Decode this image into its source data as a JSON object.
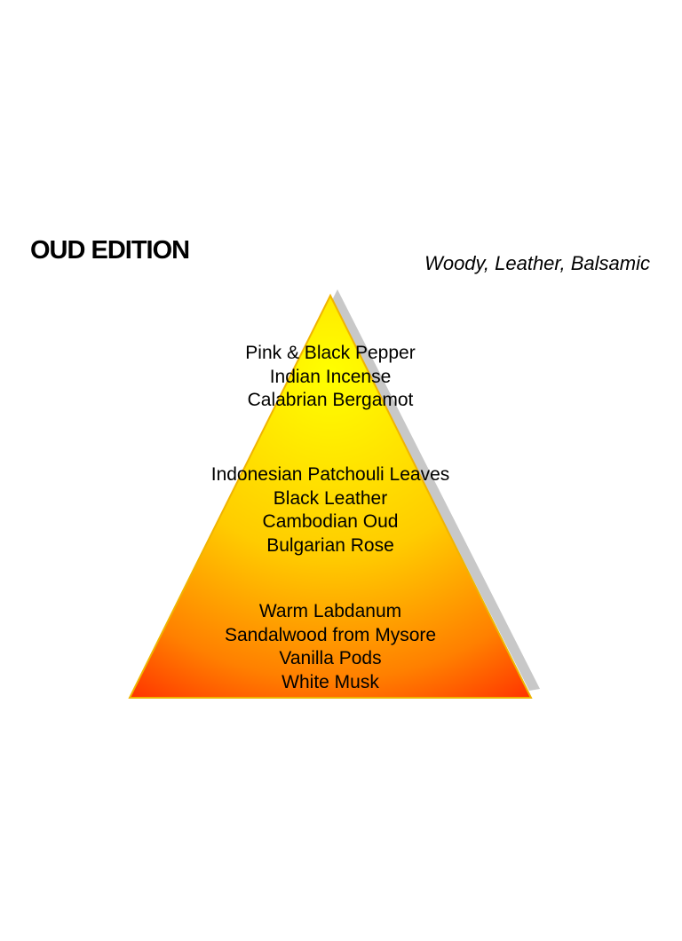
{
  "title": "OUD EDITION",
  "subtitle": "Woody, Leather, Balsamic",
  "colors": {
    "apex": "#ffff00",
    "mid": "#ffb000",
    "base": "#ff1800",
    "edge": "#f0b400",
    "shadow": "#c8c8c8"
  },
  "tiers": {
    "top": [
      "Pink & Black Pepper",
      "Indian Incense",
      "Calabrian Bergamot"
    ],
    "middle": [
      "Indonesian Patchouli Leaves",
      "Black Leather",
      "Cambodian Oud",
      "Bulgarian Rose"
    ],
    "base": [
      "Warm Labdanum",
      "Sandalwood from Mysore",
      "Vanilla Pods",
      "White Musk"
    ]
  }
}
